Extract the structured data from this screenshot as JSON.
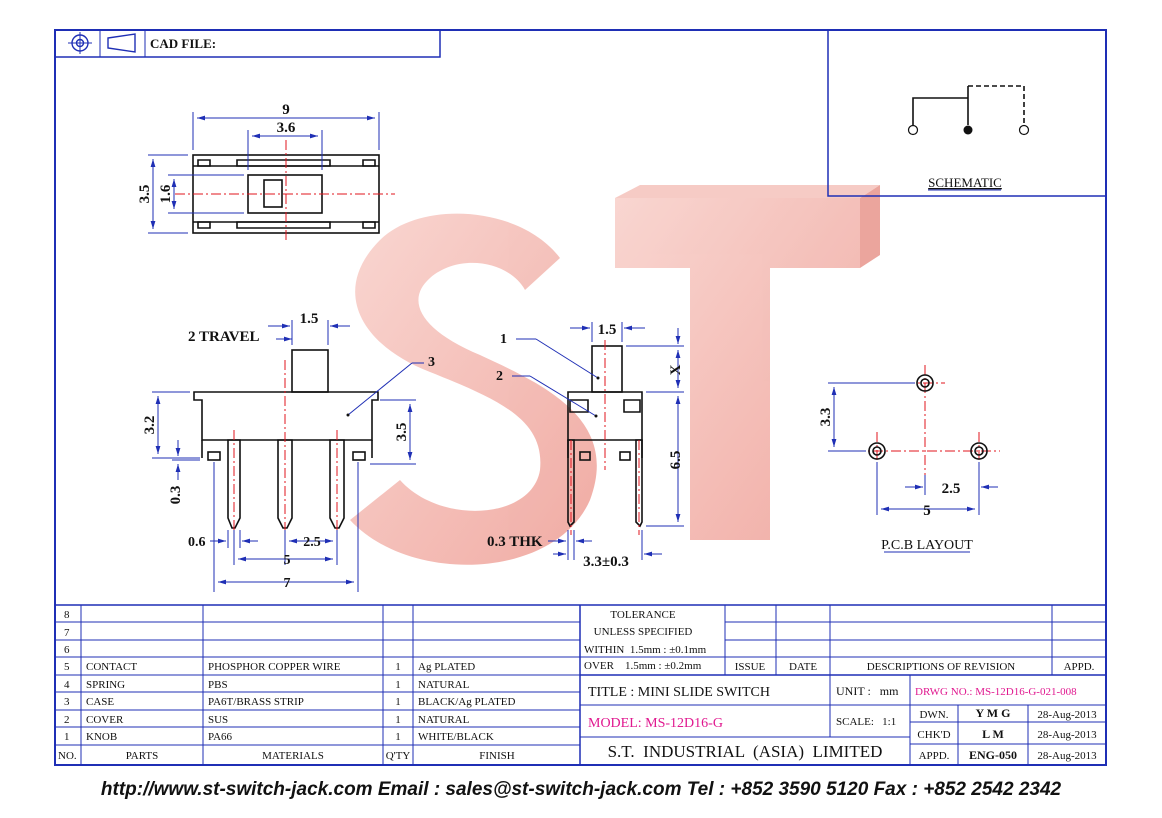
{
  "header": {
    "cad_label": "CAD FILE:"
  },
  "dims": {
    "top_width": "9",
    "top_slot": "3.6",
    "top_h1": "3.5",
    "top_h2": "1.6",
    "travel": "2 TRAVEL",
    "side_15": "1.5",
    "side_32": "3.2",
    "side_35": "3.5",
    "side_03": "0.3",
    "side_06": "0.6",
    "side_25": "2.5",
    "side_5": "5",
    "side_7": "7",
    "front_15": "1.5",
    "front_x": "X",
    "front_65": "6.5",
    "front_thk": "0.3 THK",
    "front_33": "3.3±0.3",
    "callout_1": "1",
    "callout_2": "2",
    "callout_3": "3",
    "pcb_33": "3.3",
    "pcb_25": "2.5",
    "pcb_5": "5"
  },
  "labels": {
    "schematic": "SCHEMATIC",
    "pcb": "P.C.B LAYOUT"
  },
  "watermark": "ST",
  "bom": {
    "rows": [
      {
        "no": "8",
        "part": "",
        "mat": "",
        "qty": "",
        "fin": ""
      },
      {
        "no": "7",
        "part": "",
        "mat": "",
        "qty": "",
        "fin": ""
      },
      {
        "no": "6",
        "part": "",
        "mat": "",
        "qty": "",
        "fin": ""
      },
      {
        "no": "5",
        "part": "CONTACT",
        "mat": "PHOSPHOR COPPER WIRE",
        "qty": "1",
        "fin": "Ag PLATED"
      },
      {
        "no": "4",
        "part": "SPRING",
        "mat": "PBS",
        "qty": "1",
        "fin": "NATURAL"
      },
      {
        "no": "3",
        "part": "CASE",
        "mat": "PA6T/BRASS STRIP",
        "qty": "1",
        "fin": "BLACK/Ag PLATED"
      },
      {
        "no": "2",
        "part": "COVER",
        "mat": "SUS",
        "qty": "1",
        "fin": "NATURAL"
      },
      {
        "no": "1",
        "part": "KNOB",
        "mat": "PA66",
        "qty": "1",
        "fin": "WHITE/BLACK"
      }
    ],
    "headers": {
      "no": "NO.",
      "part": "PARTS",
      "mat": "MATERIALS",
      "qty": "Q'TY",
      "fin": "FINISH"
    }
  },
  "tolerance": {
    "line1": "TOLERANCE",
    "line2": "UNLESS  SPECIFIED",
    "line3": "WITHIN  1.5mm : ±0.1mm",
    "line4": "OVER    1.5mm : ±0.2mm"
  },
  "revision": {
    "issue": "ISSUE",
    "date": "DATE",
    "desc": "DESCRIPTIONS OF REVISION",
    "appd": "APPD."
  },
  "titleblock": {
    "title": "TITLE : MINI SLIDE SWITCH",
    "unit": "UNIT :   mm",
    "drwg": "DRWG NO.: MS-12D16-G-021-008",
    "model": "MODEL: MS-12D16-G",
    "scale": "SCALE:   1:1",
    "dwn_l": "DWN.",
    "dwn_v": "Y M G",
    "dwn_d": "28-Aug-2013",
    "chk_l": "CHK'D",
    "chk_v": "L M",
    "chk_d": "28-Aug-2013",
    "app_l": "APPD.",
    "app_v": "ENG-050",
    "app_d": "28-Aug-2013",
    "company": "S.T.  INDUSTRIAL  (ASIA)  LIMITED"
  },
  "footer": "http://www.st-switch-jack.com  Email : sales@st-switch-jack.com  Tel : +852 3590 5120  Fax : +852 2542 2342",
  "colors": {
    "border": "#1f2fb5",
    "center": "#e0141e",
    "accent": "#e0188f",
    "watermark": "#f2b3ad"
  }
}
